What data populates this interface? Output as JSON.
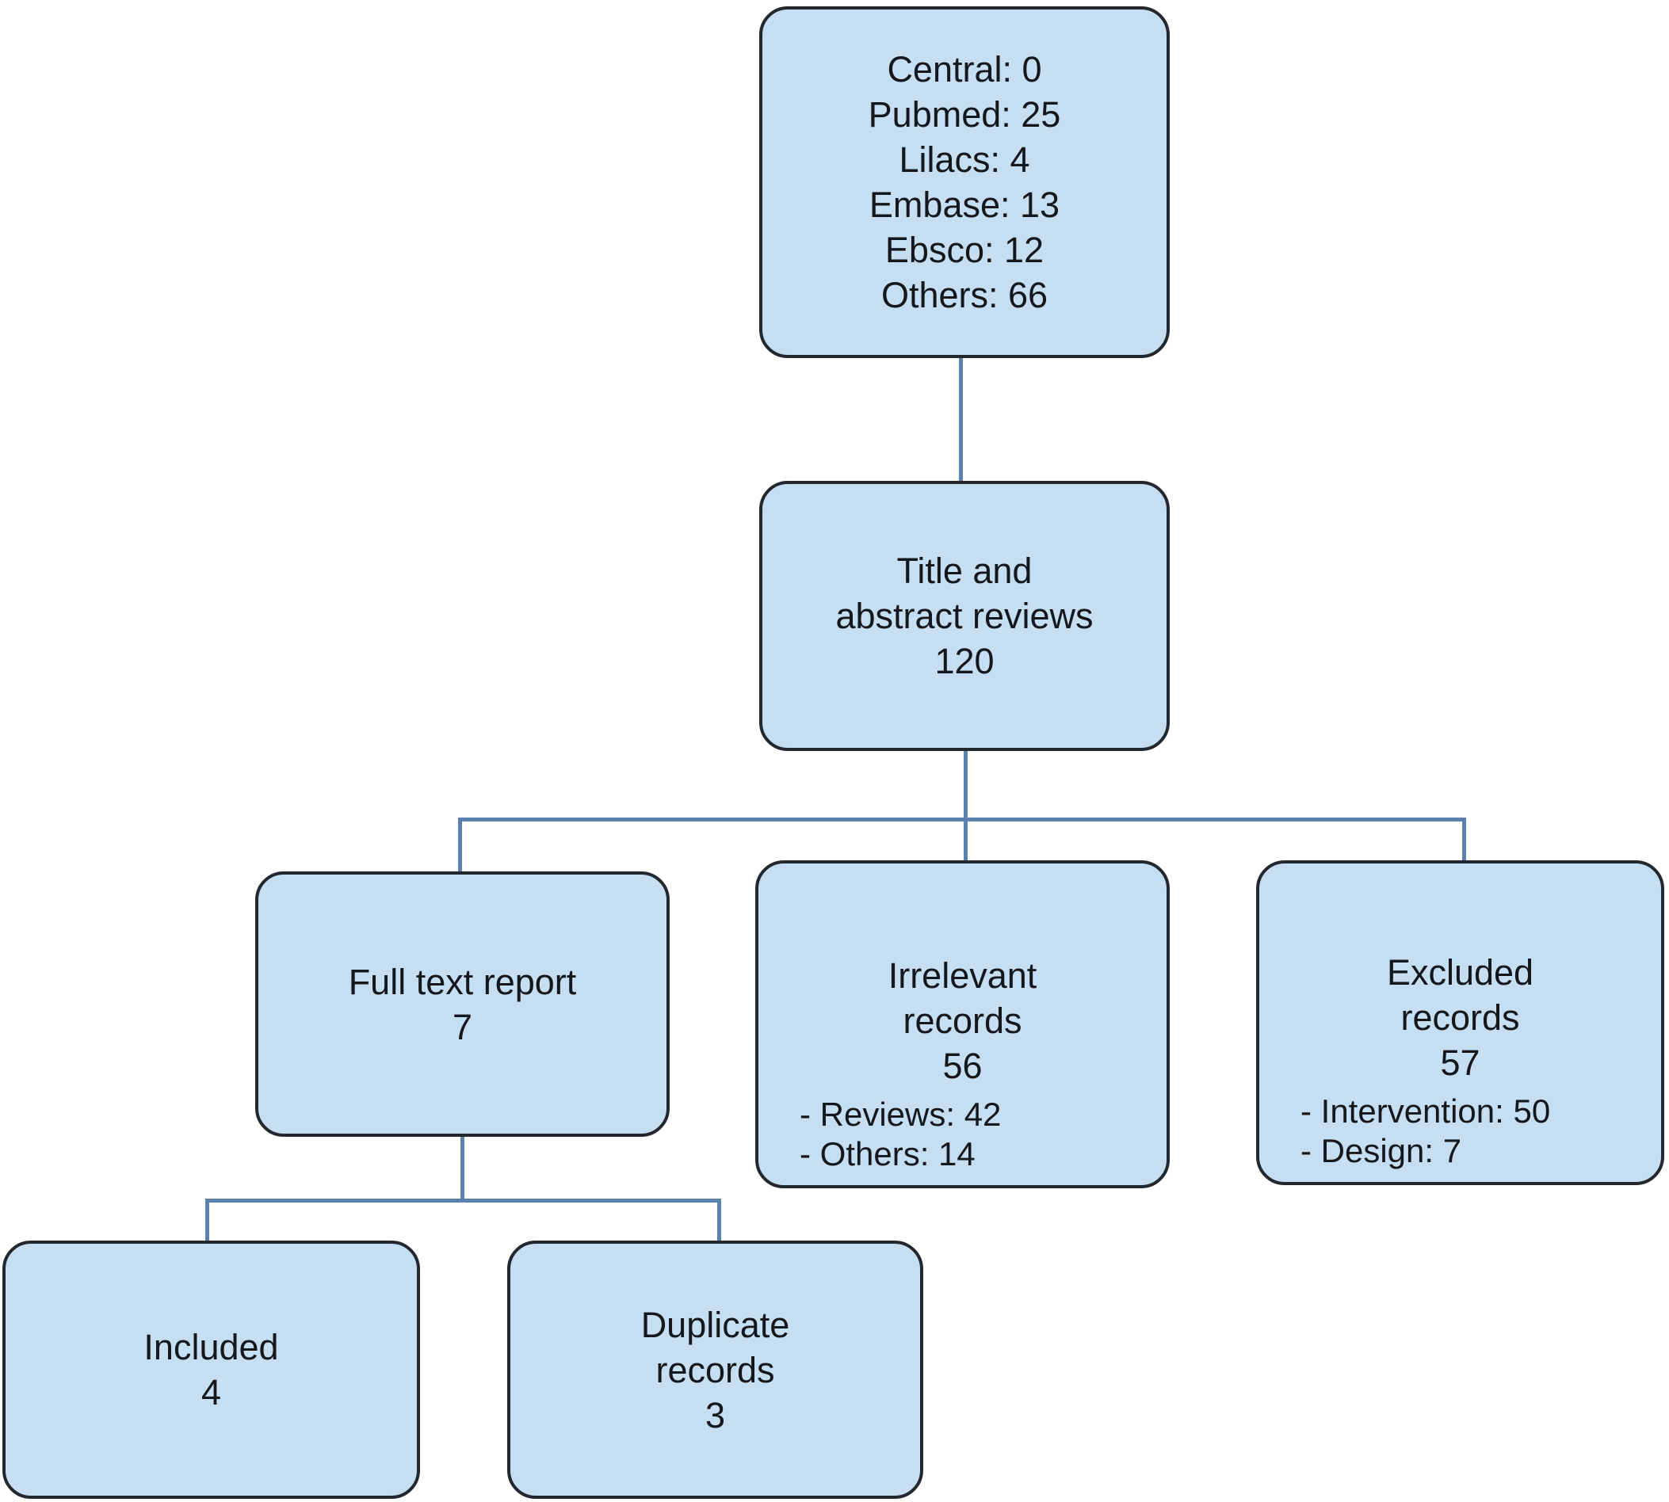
{
  "diagram": {
    "type": "flowchart",
    "description": "Systematic review study selection flow diagram",
    "colors": {
      "background": "#ffffff",
      "box_fill": "#c6def2",
      "box_border": "#23282f",
      "connector": "#5b82ae",
      "text": "#14171c"
    },
    "boxes": {
      "sources": {
        "lines": [
          "Central: 0",
          "Pubmed: 25",
          "Lilacs: 4",
          "Embase: 13",
          "Ebsco: 12",
          "Others: 66"
        ]
      },
      "title_abstract": {
        "lines": [
          "Title and",
          "abstract reviews",
          "120"
        ]
      },
      "full_text": {
        "lines": [
          "Full text report",
          "7"
        ]
      },
      "irrelevant": {
        "lines": [
          "Irrelevant",
          "records",
          "56"
        ],
        "details": [
          "- Reviews: 42",
          "- Others: 14"
        ]
      },
      "excluded": {
        "lines": [
          "Excluded",
          "records",
          "57"
        ],
        "details": [
          "- Intervention: 50",
          "- Design: 7"
        ]
      },
      "included": {
        "lines": [
          "Included",
          "4"
        ]
      },
      "duplicate": {
        "lines": [
          "Duplicate",
          "records",
          "3"
        ]
      }
    }
  }
}
